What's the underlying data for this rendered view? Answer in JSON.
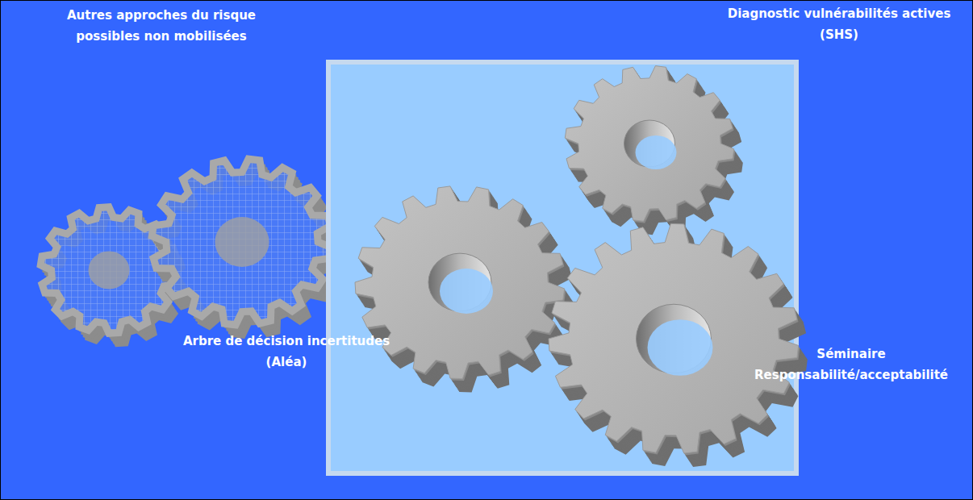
{
  "diagram": {
    "labels": [
      "Autres approches du risque possibles non mobilisées",
      "Diagnostic vulnérabilités actives (SHS)",
      "Arbre de décision incertitudes (Aléa)",
      "Séminaire Responsabilité/acceptabilité"
    ]
  }
}
